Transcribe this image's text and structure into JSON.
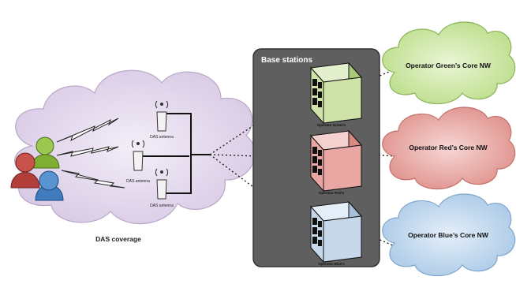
{
  "das_coverage": {
    "label": "DAS coverage",
    "antennas": [
      {
        "label": "DAS antenna"
      },
      {
        "label": "DAS antenna"
      },
      {
        "label": "DAS antenna"
      }
    ]
  },
  "base_stations": {
    "title": "Base stations",
    "stations": [
      {
        "label": "Operator Green's",
        "color": "#cfe2a8"
      },
      {
        "label": "Operator Red's",
        "color": "#e9a6a2"
      },
      {
        "label": "Operator Blue's",
        "color": "#c7d8ea"
      }
    ],
    "panel_color": "#5f5f5f"
  },
  "core_networks": [
    {
      "label": "Operator Green’s Core NW",
      "color": "#c6e49a"
    },
    {
      "label": "Operator Red’s Core NW",
      "color": "#e39a95"
    },
    {
      "label": "Operator Blue’s Core NW",
      "color": "#b3cfe8"
    }
  ],
  "users": [
    {
      "color": "#8ab83a",
      "icon": "user-green-icon"
    },
    {
      "color": "#b8423c",
      "icon": "user-red-icon"
    },
    {
      "color": "#4b86c6",
      "icon": "user-blue-icon"
    }
  ],
  "coverage_cloud_color": "#ddd0e7"
}
